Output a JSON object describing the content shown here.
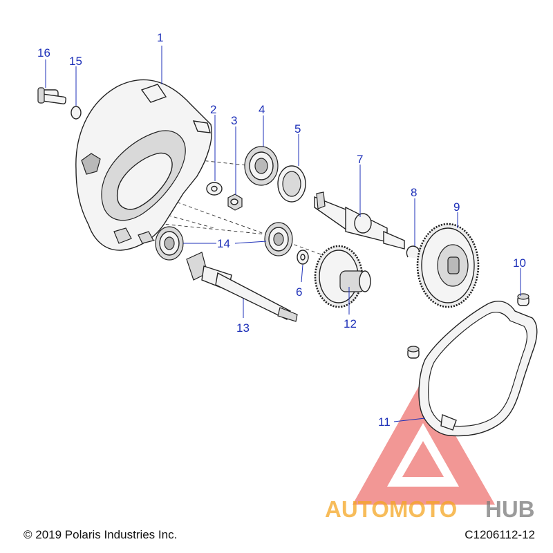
{
  "callouts": [
    {
      "id": "c1",
      "label": "1"
    },
    {
      "id": "c2",
      "label": "2"
    },
    {
      "id": "c3",
      "label": "3"
    },
    {
      "id": "c4",
      "label": "4"
    },
    {
      "id": "c5",
      "label": "5"
    },
    {
      "id": "c6",
      "label": "6"
    },
    {
      "id": "c7",
      "label": "7"
    },
    {
      "id": "c8",
      "label": "8"
    },
    {
      "id": "c9",
      "label": "9"
    },
    {
      "id": "c10",
      "label": "10"
    },
    {
      "id": "c11",
      "label": "11"
    },
    {
      "id": "c12",
      "label": "12"
    },
    {
      "id": "c13",
      "label": "13"
    },
    {
      "id": "c14",
      "label": "14"
    },
    {
      "id": "c15",
      "label": "15"
    },
    {
      "id": "c16",
      "label": "16"
    }
  ],
  "footer": {
    "copyright": "© 2019 Polaris Industries Inc.",
    "drawing_id": "C1206112-12"
  },
  "watermark": {
    "text_part1": "AUTOMOTO",
    "text_part2": "HUB",
    "colors": {
      "triangle": "#e8433f",
      "text_part1": "#f5a623",
      "text_part2": "#7a7a7a"
    }
  },
  "colors": {
    "callout": "#1c2fb8"
  }
}
